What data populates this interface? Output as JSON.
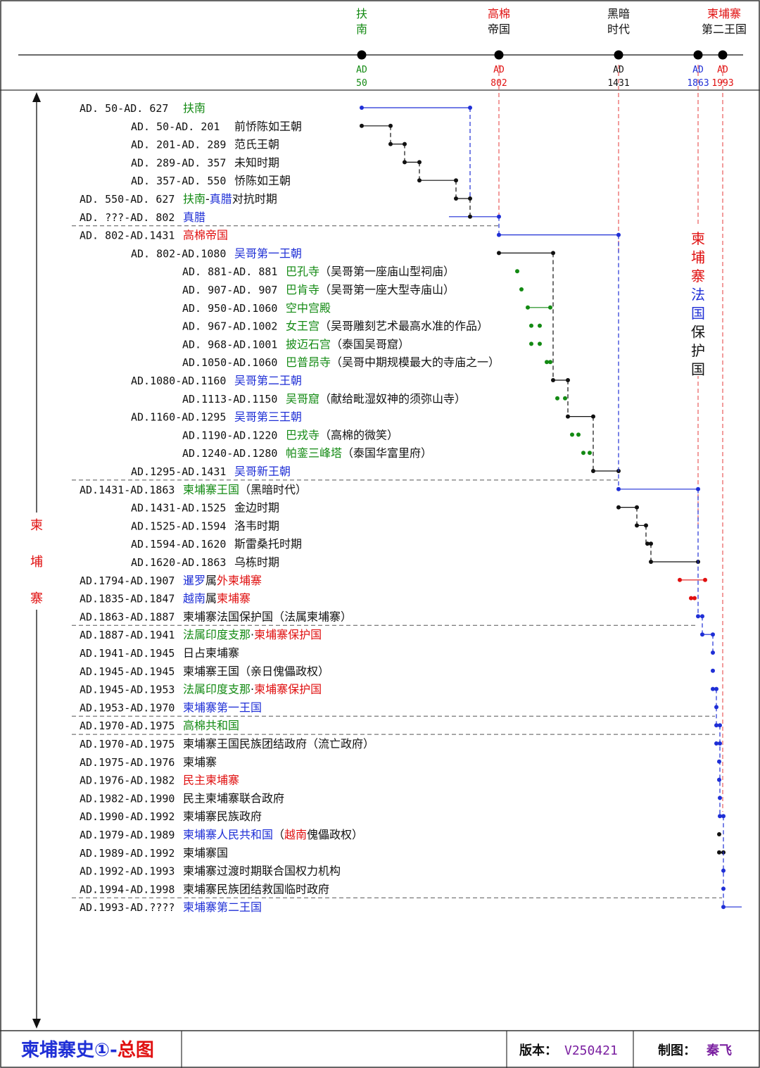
{
  "colors": {
    "green": "#138a13",
    "red": "#e01010",
    "blue": "#1f2fd6",
    "black": "#111111",
    "dashRed": "#e85a5a",
    "dashBlue": "#3a4be0",
    "sep": "#555555"
  },
  "header": {
    "eras": [
      {
        "name": [
          {
            "t": "扶",
            "c": "green"
          },
          {
            "t": "南",
            "c": "green"
          }
        ],
        "year": 50,
        "ad_color": "green"
      },
      {
        "name": [
          {
            "t": "高棉",
            "c": "red"
          },
          {
            "t": "帝国",
            "c": "black"
          }
        ],
        "year": 802,
        "ad_color": "red"
      },
      {
        "name": [
          {
            "t": "黑暗",
            "c": "black"
          },
          {
            "t": "时代",
            "c": "black"
          }
        ],
        "year": 1431,
        "ad_color": "black"
      },
      {
        "name": [],
        "year": 1863,
        "ad_color": "blue"
      },
      {
        "name": [
          {
            "t": "柬埔寨",
            "c": "red"
          },
          {
            "t": "第二王国",
            "c": "black"
          }
        ],
        "year": 1993,
        "ad_color": "red"
      }
    ],
    "ad_label": "AD"
  },
  "side_label": "柬埔寨",
  "protectorate_label": [
    {
      "t": "柬",
      "c": "red"
    },
    {
      "t": "埔",
      "c": "red"
    },
    {
      "t": "寨",
      "c": "red"
    },
    {
      "t": "法",
      "c": "blue"
    },
    {
      "t": "国",
      "c": "blue"
    },
    {
      "t": "保",
      "c": "black"
    },
    {
      "t": "护",
      "c": "black"
    },
    {
      "t": "国",
      "c": "black"
    }
  ],
  "rows": [
    {
      "date": "AD.  50-AD. 627",
      "indent": 0,
      "label": [
        {
          "t": "扶南",
          "c": "green"
        }
      ]
    },
    {
      "date": "AD.  50-AD. 201",
      "indent": 1,
      "label": [
        {
          "t": "前㤭陈如王朝",
          "c": "black"
        }
      ]
    },
    {
      "date": "AD. 201-AD. 289",
      "indent": 1,
      "label": [
        {
          "t": "范氏王朝",
          "c": "black"
        }
      ]
    },
    {
      "date": "AD. 289-AD. 357",
      "indent": 1,
      "label": [
        {
          "t": "未知时期",
          "c": "black"
        }
      ]
    },
    {
      "date": "AD. 357-AD. 550",
      "indent": 1,
      "label": [
        {
          "t": "㤭陈如王朝",
          "c": "black"
        }
      ]
    },
    {
      "date": "AD. 550-AD. 627",
      "indent": 0,
      "label": [
        {
          "t": "扶南",
          "c": "green"
        },
        {
          "t": "-",
          "c": "black"
        },
        {
          "t": "真腊",
          "c": "blue"
        },
        {
          "t": "对抗时期",
          "c": "black"
        }
      ]
    },
    {
      "date": "AD. ???-AD. 802",
      "indent": 0,
      "label": [
        {
          "t": "真腊",
          "c": "blue"
        }
      ]
    },
    {
      "date": "AD. 802-AD.1431",
      "indent": 0,
      "label": [
        {
          "t": "高棉帝国",
          "c": "red"
        }
      ]
    },
    {
      "date": "AD. 802-AD.1080",
      "indent": 1,
      "label": [
        {
          "t": "吴哥第一王朝",
          "c": "blue"
        }
      ]
    },
    {
      "date": "AD. 881-AD. 881",
      "indent": 2,
      "label": [
        {
          "t": "巴孔寺",
          "c": "green"
        },
        {
          "t": "（吴哥第一座庙山型祠庙）",
          "c": "black"
        }
      ]
    },
    {
      "date": "AD. 907-AD. 907",
      "indent": 2,
      "label": [
        {
          "t": "巴肯寺",
          "c": "green"
        },
        {
          "t": "（吴哥第一座大型寺庙山）",
          "c": "black"
        }
      ]
    },
    {
      "date": "AD. 950-AD.1060",
      "indent": 2,
      "label": [
        {
          "t": "空中宫殿",
          "c": "green"
        }
      ]
    },
    {
      "date": "AD. 967-AD.1002",
      "indent": 2,
      "label": [
        {
          "t": "女王宫",
          "c": "green"
        },
        {
          "t": "（吴哥雕刻艺术最高水准的作品）",
          "c": "black"
        }
      ]
    },
    {
      "date": "AD. 968-AD.1001",
      "indent": 2,
      "label": [
        {
          "t": "披迈石宫",
          "c": "green"
        },
        {
          "t": "（泰国吴哥窟）",
          "c": "black"
        }
      ]
    },
    {
      "date": "AD.1050-AD.1060",
      "indent": 2,
      "label": [
        {
          "t": "巴普昂寺",
          "c": "green"
        },
        {
          "t": "（吴哥中期规模最大的寺庙之一）",
          "c": "black"
        }
      ]
    },
    {
      "date": "AD.1080-AD.1160",
      "indent": 1,
      "label": [
        {
          "t": "吴哥第二王朝",
          "c": "blue"
        }
      ]
    },
    {
      "date": "AD.1113-AD.1150",
      "indent": 2,
      "label": [
        {
          "t": "吴哥窟",
          "c": "green"
        },
        {
          "t": "（献给毗湿奴神的须弥山寺）",
          "c": "black"
        }
      ]
    },
    {
      "date": "AD.1160-AD.1295",
      "indent": 1,
      "label": [
        {
          "t": "吴哥第三王朝",
          "c": "blue"
        }
      ]
    },
    {
      "date": "AD.1190-AD.1220",
      "indent": 2,
      "label": [
        {
          "t": "巴戎寺",
          "c": "green"
        },
        {
          "t": "（高棉的微笑）",
          "c": "black"
        }
      ]
    },
    {
      "date": "AD.1240-AD.1280",
      "indent": 2,
      "label": [
        {
          "t": "帕銮三峰塔",
          "c": "green"
        },
        {
          "t": "（泰国华富里府）",
          "c": "black"
        }
      ]
    },
    {
      "date": "AD.1295-AD.1431",
      "indent": 1,
      "label": [
        {
          "t": "吴哥新王朝",
          "c": "blue"
        }
      ]
    },
    {
      "date": "AD.1431-AD.1863",
      "indent": 0,
      "label": [
        {
          "t": "柬埔寨王国",
          "c": "green"
        },
        {
          "t": "（黑暗时代）",
          "c": "black"
        }
      ]
    },
    {
      "date": "AD.1431-AD.1525",
      "indent": 1,
      "label": [
        {
          "t": "金边时期",
          "c": "black"
        }
      ]
    },
    {
      "date": "AD.1525-AD.1594",
      "indent": 1,
      "label": [
        {
          "t": "洛韦时期",
          "c": "black"
        }
      ]
    },
    {
      "date": "AD.1594-AD.1620",
      "indent": 1,
      "label": [
        {
          "t": "斯雷桑托时期",
          "c": "black"
        }
      ]
    },
    {
      "date": "AD.1620-AD.1863",
      "indent": 1,
      "label": [
        {
          "t": "乌栋时期",
          "c": "black"
        }
      ]
    },
    {
      "date": "AD.1794-AD.1907",
      "indent": 0,
      "label": [
        {
          "t": "暹罗",
          "c": "blue"
        },
        {
          "t": "属",
          "c": "black"
        },
        {
          "t": "外柬埔寨",
          "c": "red"
        }
      ]
    },
    {
      "date": "AD.1835-AD.1847",
      "indent": 0,
      "label": [
        {
          "t": "越南",
          "c": "blue"
        },
        {
          "t": "属",
          "c": "black"
        },
        {
          "t": "柬埔寨",
          "c": "red"
        }
      ]
    },
    {
      "date": "AD.1863-AD.1887",
      "indent": 0,
      "label": [
        {
          "t": "柬埔寨法国保护国（法属柬埔寨）",
          "c": "black"
        }
      ]
    },
    {
      "date": "AD.1887-AD.1941",
      "indent": 0,
      "label": [
        {
          "t": "法属印度支那",
          "c": "green"
        },
        {
          "t": "·",
          "c": "black"
        },
        {
          "t": "柬埔寨保护国",
          "c": "red"
        }
      ]
    },
    {
      "date": "AD.1941-AD.1945",
      "indent": 0,
      "label": [
        {
          "t": "日占柬埔寨",
          "c": "black"
        }
      ]
    },
    {
      "date": "AD.1945-AD.1945",
      "indent": 0,
      "label": [
        {
          "t": "柬埔寨王国（亲日傀儡政权）",
          "c": "black"
        }
      ]
    },
    {
      "date": "AD.1945-AD.1953",
      "indent": 0,
      "label": [
        {
          "t": "法属印度支那",
          "c": "green"
        },
        {
          "t": "·",
          "c": "black"
        },
        {
          "t": "柬埔寨保护国",
          "c": "red"
        }
      ]
    },
    {
      "date": "AD.1953-AD.1970",
      "indent": 0,
      "label": [
        {
          "t": "柬埔寨第一王国",
          "c": "blue"
        }
      ]
    },
    {
      "date": "AD.1970-AD.1975",
      "indent": 0,
      "label": [
        {
          "t": "高棉共和国",
          "c": "green"
        }
      ]
    },
    {
      "date": "AD.1970-AD.1975",
      "indent": 0,
      "label": [
        {
          "t": "柬埔寨王国民族团结政府（流亡政府）",
          "c": "black"
        }
      ]
    },
    {
      "date": "AD.1975-AD.1976",
      "indent": 0,
      "label": [
        {
          "t": "柬埔寨",
          "c": "black"
        }
      ]
    },
    {
      "date": "AD.1976-AD.1982",
      "indent": 0,
      "label": [
        {
          "t": "民主柬埔寨",
          "c": "red"
        }
      ]
    },
    {
      "date": "AD.1982-AD.1990",
      "indent": 0,
      "label": [
        {
          "t": "民主柬埔寨联合政府",
          "c": "black"
        }
      ]
    },
    {
      "date": "AD.1990-AD.1992",
      "indent": 0,
      "label": [
        {
          "t": "柬埔寨民族政府",
          "c": "black"
        }
      ]
    },
    {
      "date": "AD.1979-AD.1989",
      "indent": 0,
      "label": [
        {
          "t": "柬埔寨人民共和国",
          "c": "blue"
        },
        {
          "t": "（",
          "c": "black"
        },
        {
          "t": "越南",
          "c": "red"
        },
        {
          "t": "傀儡政权）",
          "c": "black"
        }
      ]
    },
    {
      "date": "AD.1989-AD.1992",
      "indent": 0,
      "label": [
        {
          "t": "柬埔寨国",
          "c": "black"
        }
      ]
    },
    {
      "date": "AD.1992-AD.1993",
      "indent": 0,
      "label": [
        {
          "t": "柬埔寨过渡时期联合国权力机构",
          "c": "black"
        }
      ]
    },
    {
      "date": "AD.1994-AD.1998",
      "indent": 0,
      "label": [
        {
          "t": "柬埔寨民族团结救国临时政府",
          "c": "black"
        }
      ]
    },
    {
      "date": "AD.1993-AD.????",
      "indent": 0,
      "label": [
        {
          "t": "柬埔寨第二王国",
          "c": "blue"
        }
      ]
    }
  ],
  "footer": {
    "title": [
      {
        "t": "柬埔寨史①-",
        "c": "blue"
      },
      {
        "t": "总图",
        "c": "red"
      }
    ],
    "version_label": "版本：",
    "version_value": "V250421",
    "author_label": "制图：",
    "author_value": "秦飞"
  }
}
